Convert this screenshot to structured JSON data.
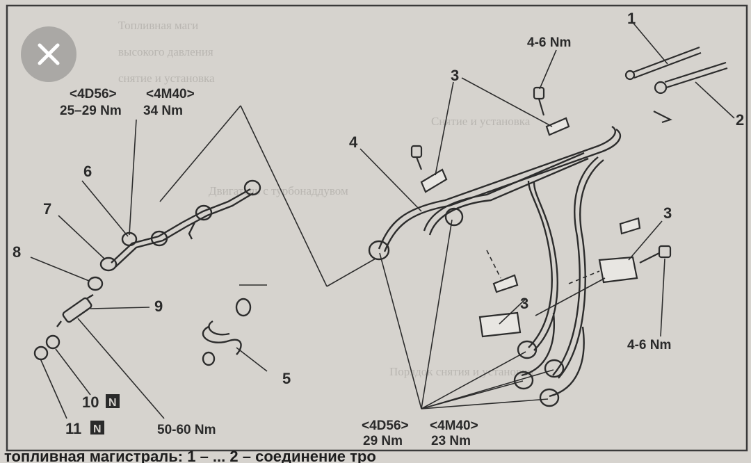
{
  "labels": {
    "part1": "1",
    "part2": "2",
    "part3a": "3",
    "part3b": "3",
    "part3c": "3",
    "part4": "4",
    "part5": "5",
    "part6": "6",
    "part7": "7",
    "part8": "8",
    "part9": "9",
    "part10": "10",
    "part11": "11",
    "badge_n1": "N",
    "badge_n2": "N"
  },
  "torque": {
    "top_left_4d56_engine": "<4D56>",
    "top_left_4d56_value": "25–29 Nm",
    "top_left_4m40_engine": "<4M40>",
    "top_left_4m40_value": "34 Nm",
    "top_bolt": "4-6 Nm",
    "right_bolt": "4-6 Nm",
    "glow_plug": "50-60 Nm",
    "bottom_4d56_engine": "<4D56>",
    "bottom_4d56_value": "29 Nm",
    "bottom_4m40_engine": "<4M40>",
    "bottom_4m40_value": "23 Nm"
  },
  "caption": "топливная магистраль: 1 – ... 2 – соединение тро",
  "background_text": [
    "Топливная маги",
    "высокого давления",
    "снятие и установка",
    "Снятие и установка",
    "Двигатель с турбонаддувом",
    "Порядок снятия и установки"
  ],
  "close_button": {
    "icon": "close-icon"
  }
}
